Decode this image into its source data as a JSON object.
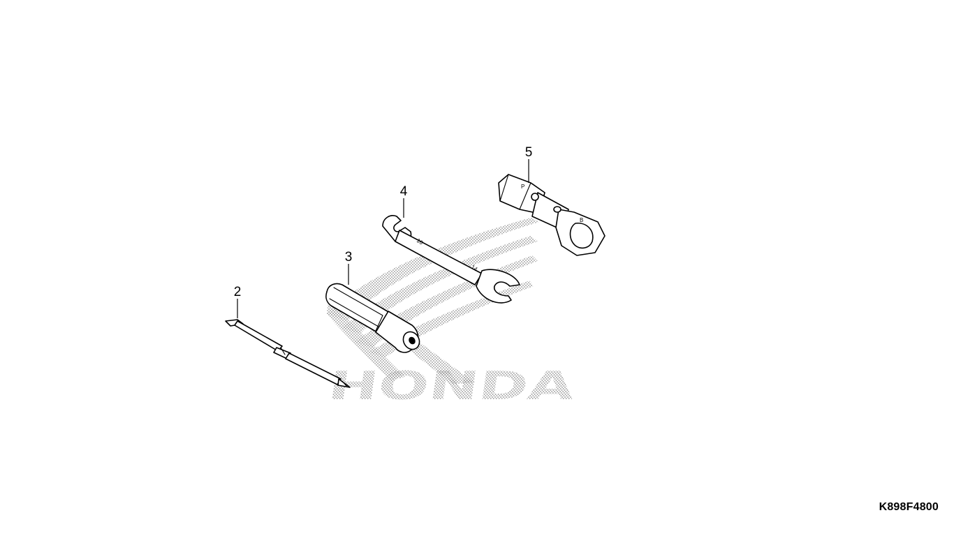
{
  "diagram": {
    "drawing_code": "K898F4800",
    "watermark_text": "HONDA",
    "callouts": [
      {
        "id": "2",
        "part": "screwdriver-blade"
      },
      {
        "id": "3",
        "part": "screwdriver-handle"
      },
      {
        "id": "4",
        "part": "open-end-wrench"
      },
      {
        "id": "5",
        "part": "spark-plug-socket-wrench"
      }
    ]
  },
  "colors": {
    "background": "#ffffff",
    "line": "#000000",
    "watermark": "#9a9a9a"
  }
}
